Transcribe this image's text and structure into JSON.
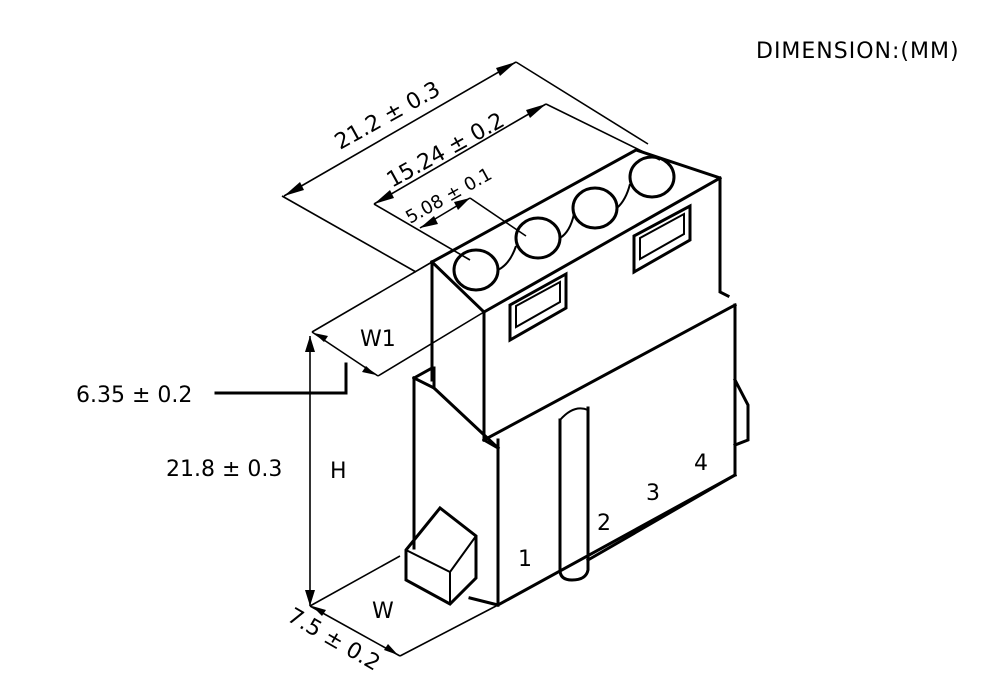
{
  "note": "DIMENSION:(MM)",
  "dimensions": {
    "overall_width": "21.2 ± 0.3",
    "pin_span": "15.24 ± 0.2",
    "pitch": "5.08 ± 0.1",
    "w1_label": "W1",
    "w1_value": "6.35 ± 0.2",
    "height_value": "21.8 ± 0.3",
    "height_label": "H",
    "depth_label": "W",
    "depth_value": "7.5 ± 0.2"
  },
  "pins": [
    "1",
    "2",
    "3",
    "4"
  ]
}
